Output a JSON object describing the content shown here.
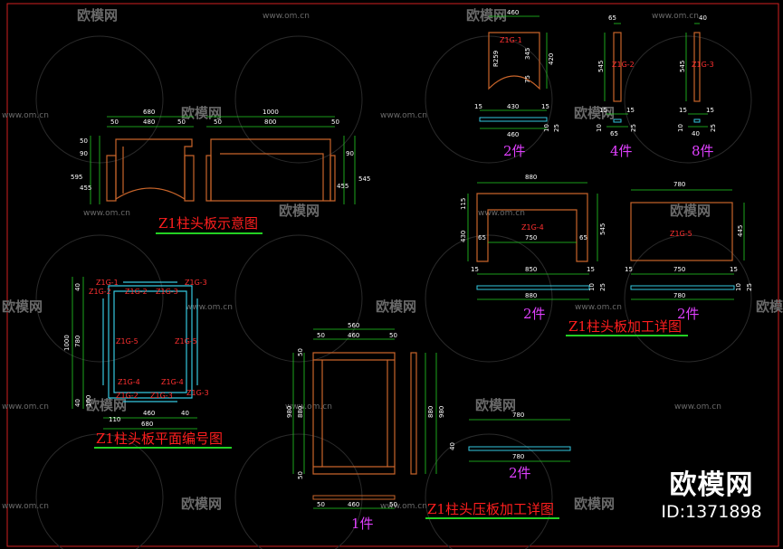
{
  "watermark": {
    "brand": "欧模网",
    "url": "www.om.cn"
  },
  "brand": {
    "logo": "欧模网",
    "id": "ID:1371898"
  },
  "colors": {
    "background": "#000000",
    "outline": "#c8642a",
    "dimension": "#23d023",
    "label": "#ff3030",
    "count": "#e040ff",
    "plan": "#35c8e0"
  },
  "titles": {
    "elevation": "Z1柱头板示意图",
    "plan": "Z1柱头板平面编号图",
    "detail": "Z1柱头板加工详图",
    "cap_detail": "Z1柱头压板加工详图"
  },
  "elevation": {
    "left_total": "680",
    "left_inner": "480",
    "left_side": "50",
    "right_total": "1000",
    "right_inner": "800",
    "right_side": "50",
    "h1": "50",
    "h2": "90",
    "h3": "595",
    "h4": "455",
    "h5": "545"
  },
  "parts": {
    "z1g1": {
      "label": "Z1G-1",
      "top": "460",
      "r": "R259",
      "h1": "345",
      "h2": "75",
      "total_h": "420",
      "strip_w": "430",
      "strip_total": "460",
      "side": "15",
      "t1": "10",
      "t2": "25",
      "count": "2件"
    },
    "z1g2": {
      "label": "Z1G-2",
      "w": "65",
      "h": "545",
      "t1": "10",
      "t2": "25",
      "side": "15",
      "strip": "65",
      "count": "4件"
    },
    "z1g3": {
      "label": "Z1G-3",
      "w": "40",
      "h": "545",
      "t1": "10",
      "t2": "25",
      "side": "15",
      "strip": "40",
      "count": "8件"
    },
    "z1g4": {
      "label": "Z1G-4",
      "top": "880",
      "inner": "750",
      "side": "65",
      "h1": "115",
      "h2": "430",
      "total_h": "545",
      "strip_w": "850",
      "strip_total": "880",
      "s": "15",
      "t1": "10",
      "t2": "25",
      "count": "2件"
    },
    "z1g5": {
      "label": "Z1G-5",
      "top": "780",
      "h": "445",
      "strip_w": "750",
      "strip_total": "780",
      "s": "15",
      "t1": "10",
      "t2": "25",
      "count": "2件"
    }
  },
  "plan": {
    "labels": [
      "Z1G-1",
      "Z1G-2",
      "Z1G-2",
      "Z1G-3",
      "Z1G-3",
      "Z1G-5",
      "Z1G-5",
      "Z1G-4",
      "Z1G-4",
      "Z1G-2",
      "Z1G-3",
      "Z1G-3"
    ],
    "d_left_top": "40",
    "d_left_mid": "780",
    "d_left_total": "1000",
    "d_left_b1": "40",
    "d_left_b2": "100",
    "d_bot_inner": "460",
    "d_bot_total": "680",
    "d_bot_side": "110",
    "d_bot_s2": "40"
  },
  "cap": {
    "top_total": "560",
    "top_inner": "460",
    "side": "50",
    "h_total": "980",
    "h_inner": "880",
    "h_side": "50",
    "side_h1": "880",
    "side_h2": "980",
    "strip_w": "780",
    "strip_t": "40",
    "strip_total": "780",
    "count_frame": "1件",
    "count_strip": "2件"
  }
}
